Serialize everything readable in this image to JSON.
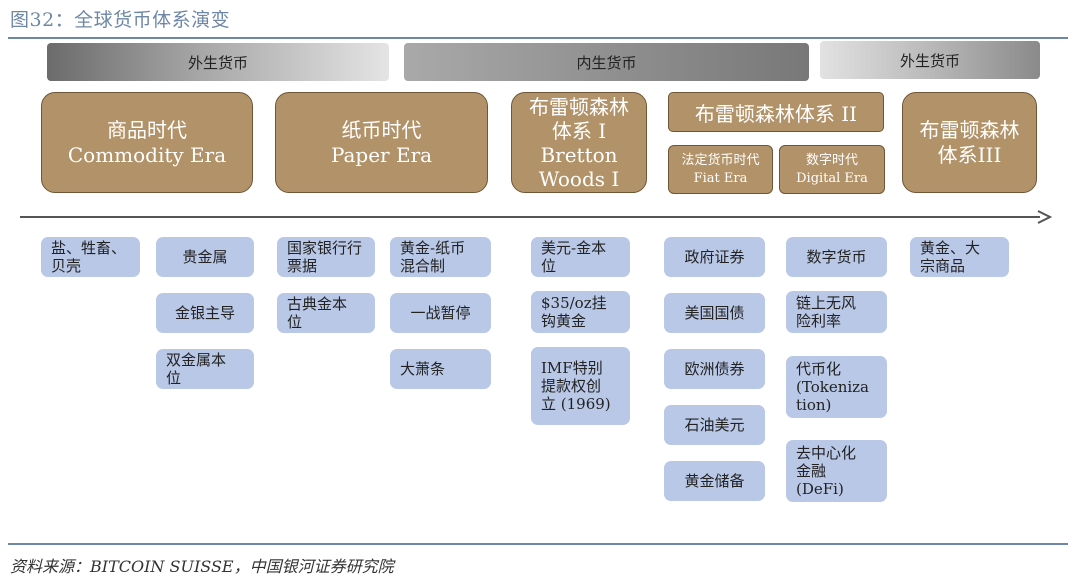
{
  "figure": {
    "title": "图32：全球货币体系演变",
    "source": "资料来源：BITCOIN SUISSE，中国银河证券研究院"
  },
  "bands": {
    "left": "外生货币",
    "middle": "内生货币",
    "right": "外生货币"
  },
  "eras": {
    "commodity": {
      "cn": "商品时代",
      "en": "Commodity Era"
    },
    "paper": {
      "cn": "纸币时代",
      "en": "Paper Era"
    },
    "bretton_woods_1": {
      "line1": "布雷顿森林",
      "line2": "体系 I",
      "line3": "Bretton",
      "line4": "Woods I"
    },
    "bretton_woods_2": {
      "title": "布雷顿森林体系 II",
      "fiat": {
        "cn": "法定货币时代",
        "en": "Fiat Era"
      },
      "digital": {
        "cn": "数字时代",
        "en": "Digital Era"
      }
    },
    "bretton_woods_3": {
      "line1": "布雷顿森林",
      "line2": "体系III"
    }
  },
  "tags": {
    "commodity_a": [
      "盐、牲畜、\n贝壳"
    ],
    "commodity_b": [
      "贵金属",
      "金银主导",
      "双金属本\n位"
    ],
    "paper_a": [
      "国家银行行\n票据",
      "古典金本\n位"
    ],
    "paper_b": [
      "黄金-纸币\n混合制",
      "一战暂停",
      "大萧条"
    ],
    "bw1": [
      "美元-金本\n位",
      "$35/oz挂\n钩黄金",
      "IMF特别\n提款权创\n立 (1969)"
    ],
    "fiat": [
      "政府证券",
      "美国国债",
      "欧洲债券",
      "石油美元",
      "黄金储备"
    ],
    "digital": [
      "数字货币",
      "链上无风\n险利率",
      "代币化\n(Tokeniza\ntion)",
      "去中心化\n金融\n(DeFi)"
    ],
    "bw3": [
      "黄金、大\n宗商品"
    ]
  },
  "colors": {
    "title_blue": "#6f87a6",
    "era_gold": "#b29268",
    "era_border": "#6e5637",
    "tag_blue": "#b9c8e7",
    "timeline": "#555555"
  }
}
